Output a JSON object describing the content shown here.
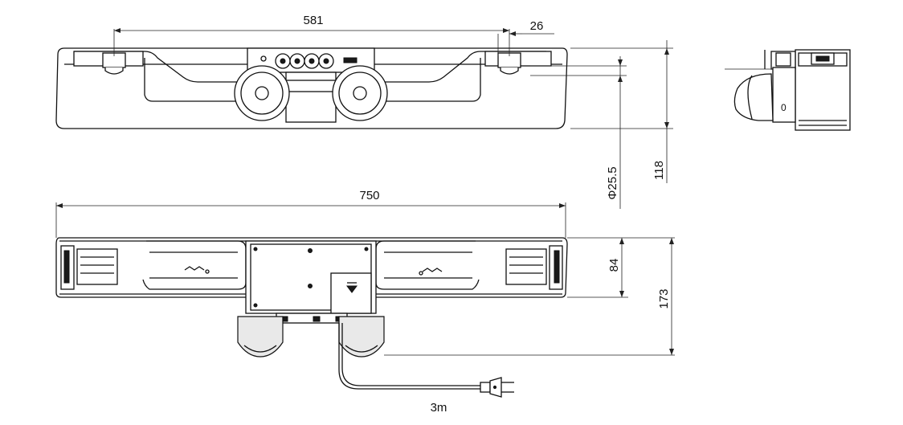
{
  "dimensions": {
    "hole_spacing": "581",
    "hole_offset": "26",
    "pipe_diameter": "Φ25.5",
    "front_height": "118",
    "overall_length": "750",
    "depth": "84",
    "overall_depth": "173",
    "cable_length": "3m"
  }
}
